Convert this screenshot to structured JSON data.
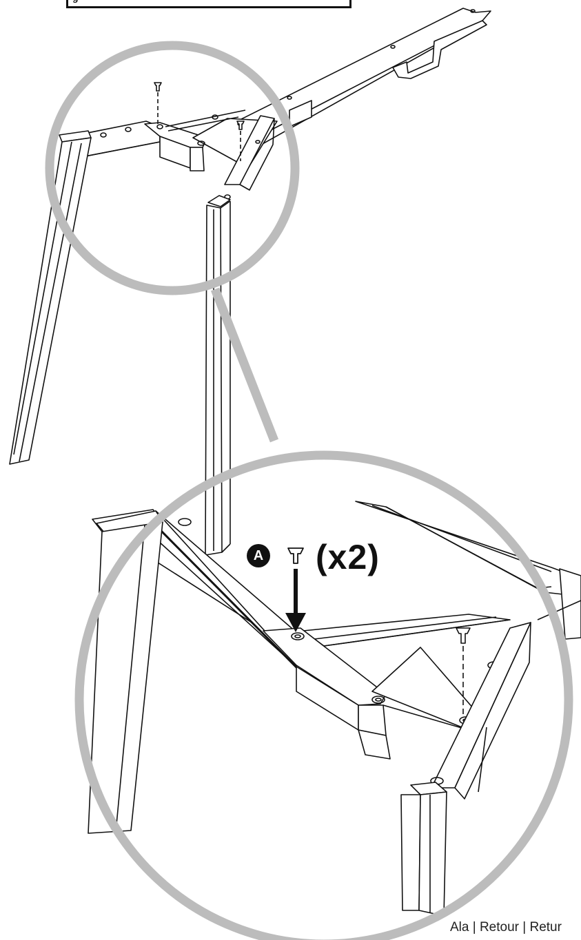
{
  "page": {
    "top_box_text": "g",
    "part_label": "A",
    "quantity": "(x2)",
    "caption": "Ala | Retour | Retur"
  },
  "colors": {
    "line": "#111111",
    "zoom_circle": "#bcbcbc",
    "background": "#ffffff"
  },
  "icons": [
    "screw-icon",
    "arrow-down-icon"
  ]
}
